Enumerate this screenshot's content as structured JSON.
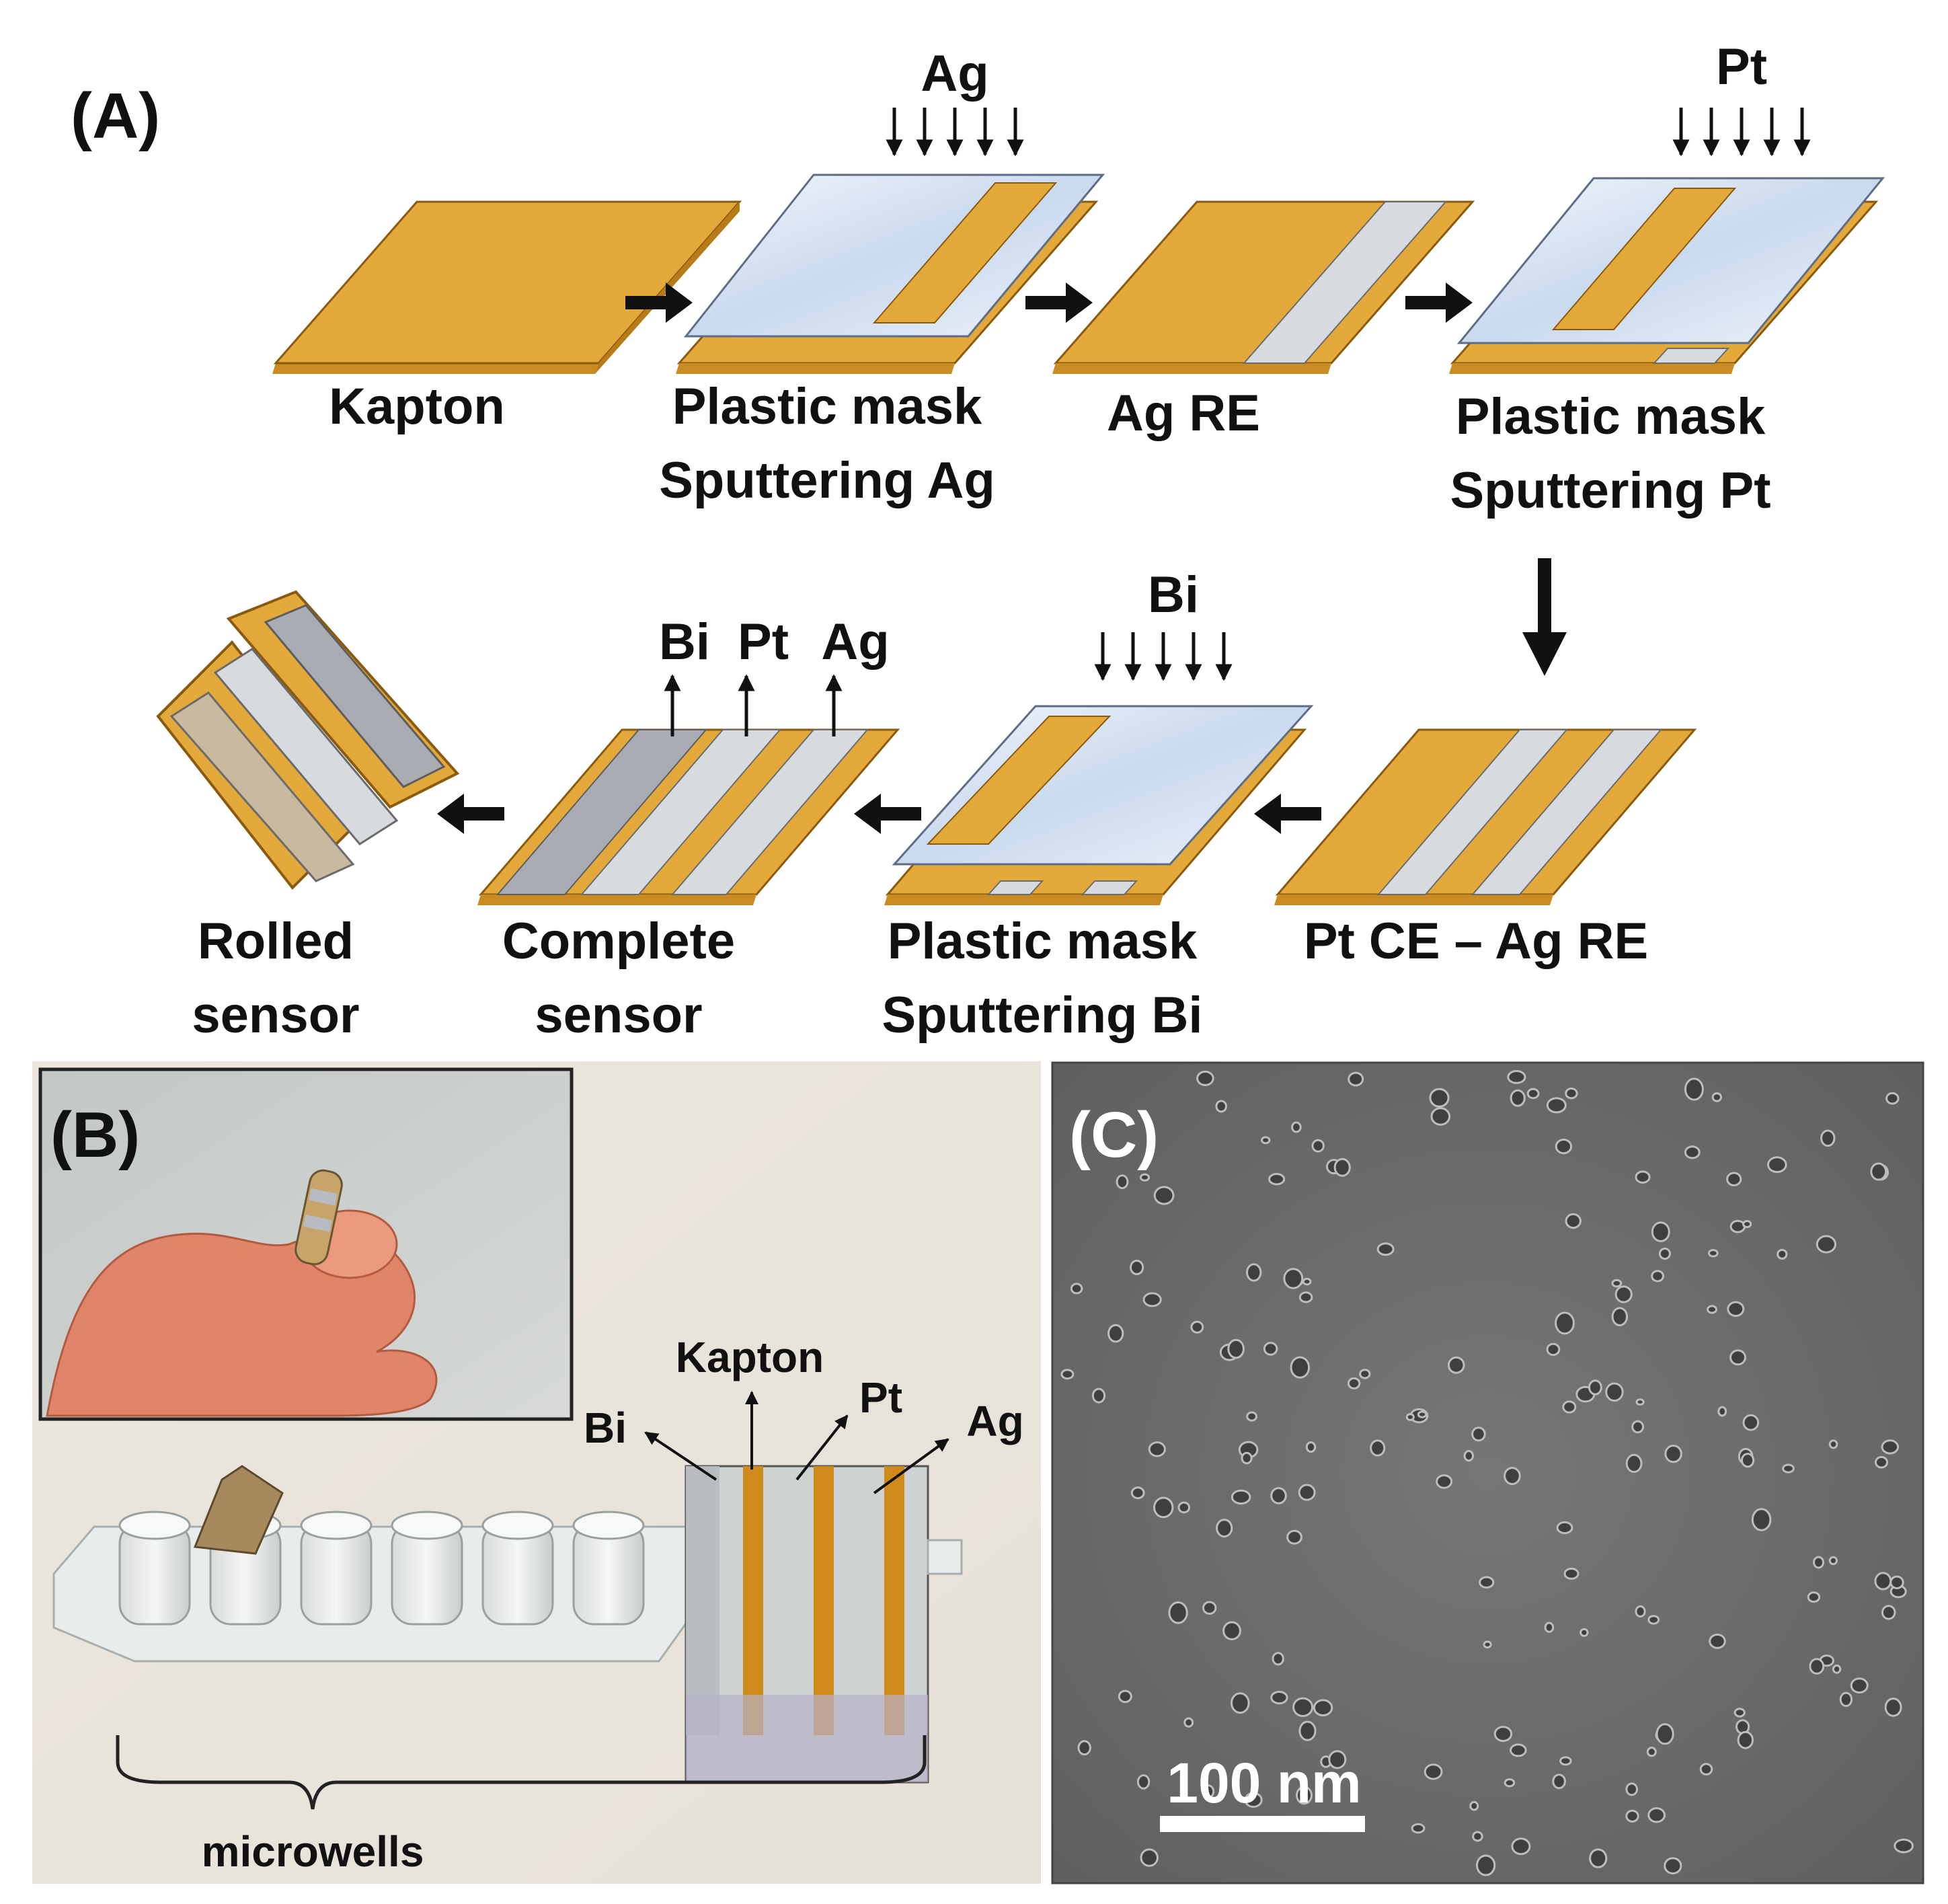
{
  "panel_a": {
    "letter": "(A)",
    "steps": {
      "s1": {
        "line1": "Kapton"
      },
      "s2": {
        "line1": "Plastic mask",
        "line2": "Sputtering Ag",
        "arrow_label": "Ag"
      },
      "s3": {
        "line1": "Ag RE"
      },
      "s4": {
        "line1": "Plastic mask",
        "line2": "Sputtering Pt",
        "arrow_label": "Pt"
      },
      "s5": {
        "line1": "Pt CE – Ag RE"
      },
      "s6": {
        "line1": "Plastic mask",
        "line2": "Sputtering Bi",
        "arrow_label": "Bi"
      },
      "s7": {
        "line1": "Complete",
        "line2": "sensor",
        "labels": [
          "Bi",
          "Pt",
          "Ag"
        ]
      },
      "s8": {
        "line1": "Rolled",
        "line2": "sensor"
      }
    }
  },
  "panel_b": {
    "letter": "(B)",
    "labels": {
      "bi": "Bi",
      "kapton": "Kapton",
      "pt": "Pt",
      "ag": "Ag",
      "microwells": "microwells"
    }
  },
  "panel_c": {
    "letter": "(C)",
    "scale_bar": "100 nm"
  },
  "colors": {
    "kapton": "#e3a93a",
    "kapton_edge": "#8a5a10",
    "mask": "#dbe6f4",
    "silver": "#d7dadf",
    "bismuth": "#a9adb3",
    "sem": "#6c6c6c"
  }
}
